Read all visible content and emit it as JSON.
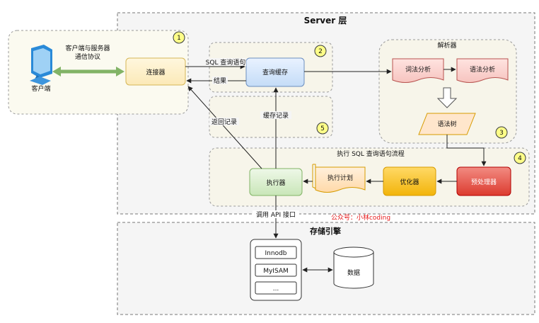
{
  "server": {
    "title": "Server 层"
  },
  "client": {
    "label": "客户端",
    "protocol_line1": "客户端与服务器",
    "protocol_line2": "通信协议"
  },
  "connector": {
    "label": "连接器"
  },
  "cache": {
    "label": "查询缓存"
  },
  "edges": {
    "sql_query": "SQL 查询语句",
    "result": "结果",
    "return_records": "返回记录",
    "cache_records": "缓存记录",
    "api_call": "调用 API 接口"
  },
  "parser": {
    "title": "解析器",
    "lexical": "词法分析",
    "syntax": "语法分析",
    "tree": "语法树"
  },
  "exec_flow": {
    "title": "执行 SQL 查询语句流程"
  },
  "executor": {
    "label": "执行器"
  },
  "plan": {
    "label": "执行计划"
  },
  "optimizer": {
    "label": "优化器"
  },
  "preprocessor": {
    "label": "预处理器"
  },
  "storage": {
    "title": "存储引擎",
    "engines": [
      "Innodb",
      "MyISAM",
      "..."
    ],
    "data_label": "数据"
  },
  "watermark": "公众号：小林coding",
  "badges": [
    "1",
    "2",
    "3",
    "4",
    "5"
  ],
  "colors": {
    "connector_fill": "#fff2cc",
    "connector_stroke": "#d6b656",
    "cache_fill": "#dae8fc",
    "cache_stroke": "#6c8ebf",
    "parser_fill": "#f8cecc",
    "parser_stroke": "#b85450",
    "tree_fill": "#ffe6cc",
    "tree_stroke": "#d79b00",
    "executor_fill": "#d5e8d4",
    "executor_stroke": "#82b366",
    "optimizer_fill": "#ffcd28",
    "preprocessor_fill": "#e51400",
    "plan_fill": "#ffe6cc",
    "badge_fill": "#ffff88",
    "watermark": "#e8191a",
    "arrow": "#222222"
  }
}
